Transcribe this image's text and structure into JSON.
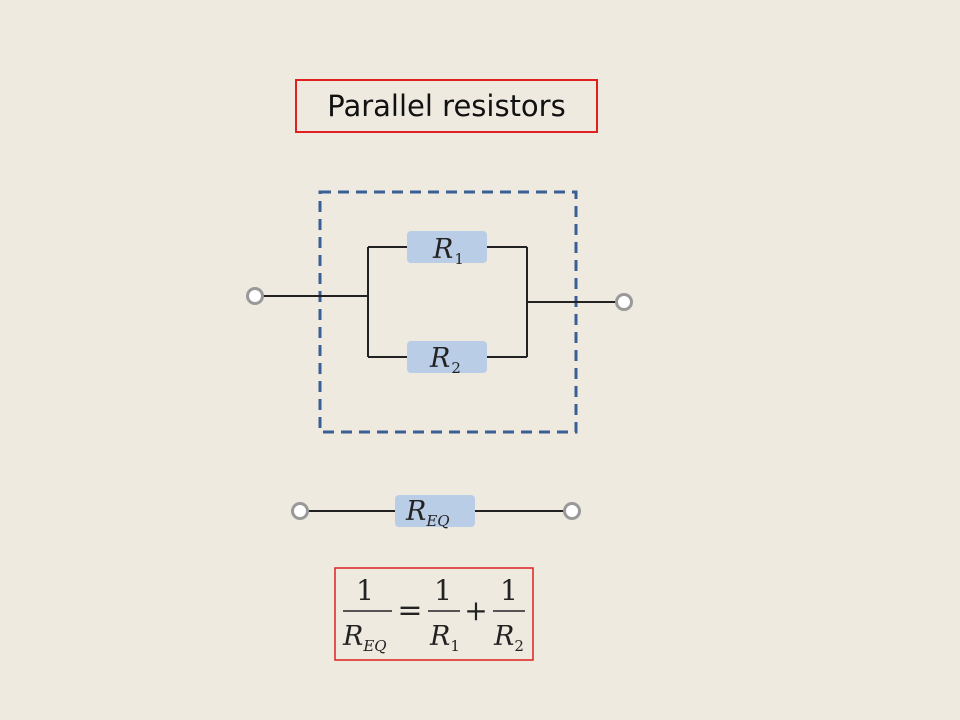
{
  "title": "Parallel resistors",
  "parallel_circuit": {
    "resistors": [
      {
        "symbol": "R",
        "subscript": "1"
      },
      {
        "symbol": "R",
        "subscript": "2"
      }
    ]
  },
  "equivalent_circuit": {
    "resistor": {
      "symbol": "R",
      "subscript": "EQ"
    }
  },
  "formula": {
    "lhs": {
      "numerator": "1",
      "symbol": "R",
      "subscript": "EQ"
    },
    "equals": "=",
    "terms": [
      {
        "numerator": "1",
        "symbol": "R",
        "subscript": "1"
      },
      {
        "numerator": "1",
        "symbol": "R",
        "subscript": "2"
      }
    ],
    "plus": "+"
  },
  "colors": {
    "background": "#eeeae0",
    "title_border": "#e02020",
    "dashed_box": "#3a5f96",
    "resistor_fill": "#b9cde6",
    "wire": "#222222",
    "terminal": "#999999",
    "formula_border": "#e02020"
  }
}
